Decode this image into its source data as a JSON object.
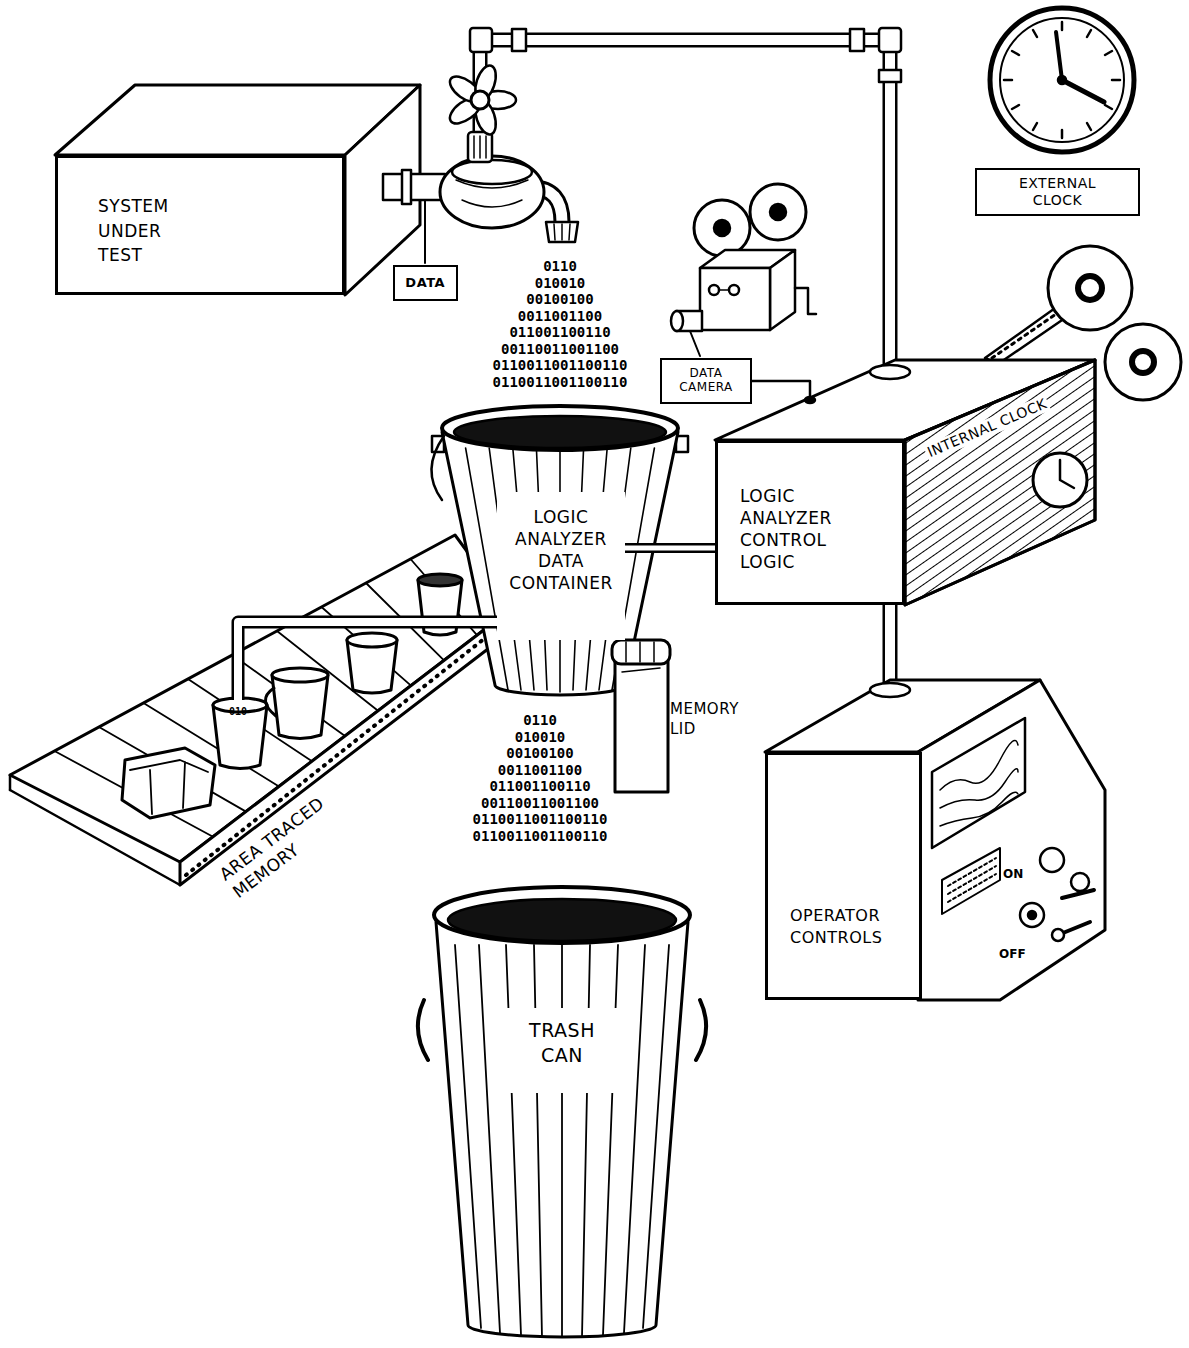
{
  "diagram": {
    "nodes": [
      {
        "text": [
          "SYSTEM UNDER TEST"
        ]
      },
      {
        "text": [
          "DATA"
        ]
      },
      {
        "text": [
          "EXTERNAL CLOCK"
        ]
      },
      {
        "text": [
          "DATA CAMERA"
        ]
      },
      {
        "text": [
          "INTERNAL CLOCK"
        ]
      },
      {
        "text": [
          "LOGIC ANALYZER DATA CONTAINER"
        ]
      },
      {
        "text": [
          "LOGIC ANALYZER CONTROL LOGIC"
        ]
      },
      {
        "text": [
          "MEMORY LID"
        ]
      },
      {
        "text": [
          "AREA TRACED MEMORY"
        ]
      },
      {
        "text": [
          "OPERATOR CONTROLS"
        ]
      },
      {
        "text": [
          "TRASH CAN"
        ]
      }
    ],
    "edges": [
      {
        "from": 0,
        "to": 6,
        "arrow": "none"
      },
      {
        "from": 3,
        "to": 6,
        "arrow": "none"
      },
      {
        "from": 5,
        "to": 6,
        "arrow": "none"
      },
      {
        "from": 6,
        "to": 9,
        "arrow": "none"
      },
      {
        "from": 5,
        "to": 8,
        "arrow": "none"
      }
    ],
    "labels": [
      "0110",
      "010010",
      "00100100",
      "0011001100",
      "011001100110",
      "00110011001100",
      "0110011001100110",
      "0110011001100110",
      "0110",
      "010010",
      "00100100",
      "0011001100",
      "011001100110",
      "00110011001100",
      "0110011001100110",
      "0110011001100110",
      "010",
      "ON",
      "OFF"
    ]
  }
}
